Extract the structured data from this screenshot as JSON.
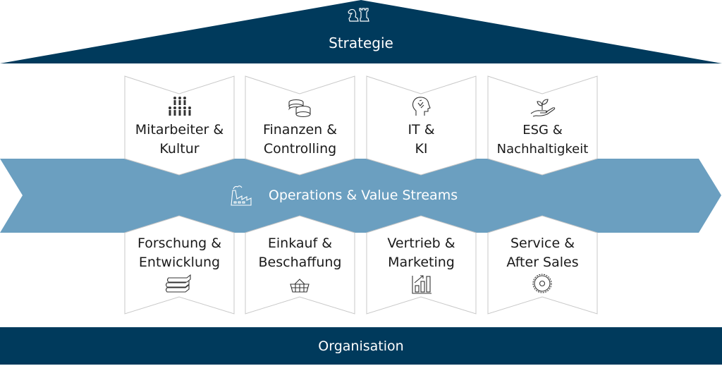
{
  "roof": {
    "label": "Strategie",
    "icon": "chess-icon"
  },
  "value_stream": {
    "label": "Operations & Value Streams",
    "icon": "factory-icon"
  },
  "foundation": {
    "label": "Organisation"
  },
  "top_pillars": [
    {
      "line1": "Mitarbeiter &",
      "line2": "Kultur",
      "icon": "people-group-icon"
    },
    {
      "line1": "Finanzen &",
      "line2": "Controlling",
      "icon": "coins-icon"
    },
    {
      "line1": "IT &",
      "line2": "KI",
      "icon": "ai-head-icon"
    },
    {
      "line1": "ESG &",
      "line2": "Nachhaltigkeit",
      "icon": "plant-hand-icon"
    }
  ],
  "bottom_pillars": [
    {
      "line1": "Forschung &",
      "line2": "Entwicklung",
      "icon": "books-icon"
    },
    {
      "line1": "Einkauf &",
      "line2": "Beschaffung",
      "icon": "basket-icon"
    },
    {
      "line1": "Vertrieb &",
      "line2": "Marketing",
      "icon": "growth-chart-icon"
    },
    {
      "line1": "Service &",
      "line2": "After Sales",
      "icon": "gear-icon"
    }
  ],
  "colors": {
    "dark": "#003a5c",
    "band": "#6b9fc0",
    "card_border": "#c8c8c8"
  }
}
